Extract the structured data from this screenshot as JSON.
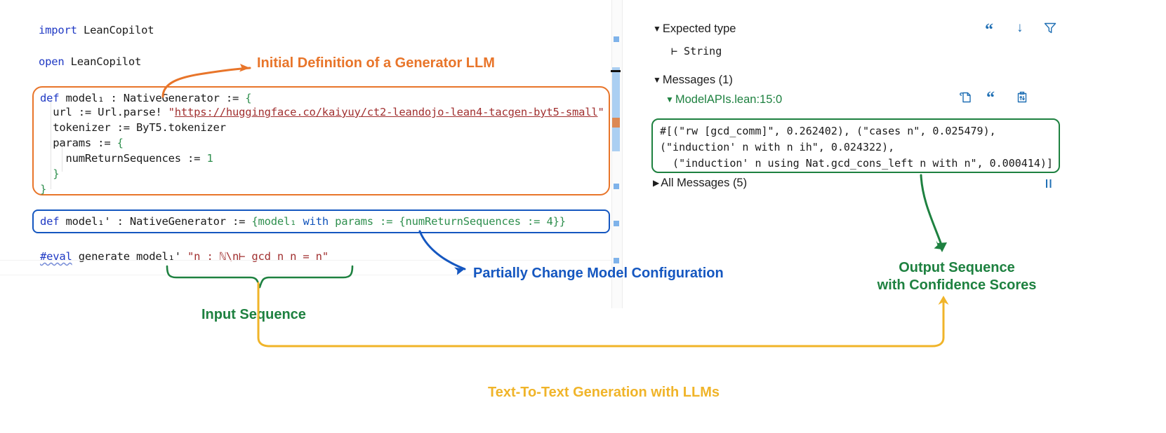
{
  "editor": {
    "name": "lean-editor-pane",
    "code_lines": [
      {
        "id": "l1",
        "text": "import LeanCopilot"
      },
      {
        "id": "l2",
        "text": "open LeanCopilot"
      },
      {
        "id": "l3",
        "text": "def model₁ : NativeGenerator := {"
      },
      {
        "id": "l4",
        "text": "  url := Url.parse! \"https://huggingface.co/kaiyuy/ct2-leandojo-lean4-tacgen-byt5-small\""
      },
      {
        "id": "l5",
        "text": "  tokenizer := ByT5.tokenizer"
      },
      {
        "id": "l6",
        "text": "  params := {"
      },
      {
        "id": "l7",
        "text": "    numReturnSequences := 1"
      },
      {
        "id": "l8",
        "text": "  }"
      },
      {
        "id": "l9",
        "text": "}"
      },
      {
        "id": "l10",
        "text": "def model₁' : NativeGenerator := {model₁ with params := {numReturnSequences := 4}}"
      },
      {
        "id": "l11",
        "text": "#eval generate model₁' \"n : ℕ\\n⊢ gcd n n = n\""
      }
    ],
    "tokens": {
      "import": "import",
      "open": "open",
      "def": "def",
      "with": "with",
      "eval": "#eval",
      "module": "LeanCopilot",
      "model1_decl": "model₁ : NativeGenerator := ",
      "model1p_decl": "model₁' : NativeGenerator := ",
      "url_prefix": "  url := Url.parse! ",
      "url_value": "https://huggingface.co/kaiyuy/ct2-leandojo-lean4-tacgen-byt5-small",
      "tokenizer_line": "  tokenizer := ByT5.tokenizer",
      "params_line": "  params := ",
      "numreturn_1": "    numReturnSequences := ",
      "numreturn_1_value": "1",
      "close_inner": "  }",
      "close_outer": "}",
      "open_brace": "{",
      "spread_prefix": "{model₁ ",
      "spread_suffix": " params := {numReturnSequences := ",
      "spread_value": "4",
      "spread_end": "}}",
      "eval_call": " generate model₁' ",
      "eval_string": "\"n : ℕ\\n⊢ gcd n n = n\""
    }
  },
  "infoview": {
    "expected_type": {
      "label": "Expected type",
      "goal": "⊢ String",
      "expanded": true
    },
    "messages": {
      "label": "Messages (1)",
      "expanded": true,
      "entry": {
        "location": "ModelAPIs.lean:15:0",
        "expanded": true,
        "output_lines": [
          "#[(\"rw [gcd_comm]\", 0.262402), (\"cases n\", 0.025479),",
          "(\"induction' n with n ih\", 0.024322),",
          "  (\"induction' n using Nat.gcd_cons_left n with n\", 0.000414)]"
        ]
      }
    },
    "all_messages": {
      "label": "All Messages (5)",
      "expanded": false
    },
    "toolbar_top": [
      {
        "icon": "quote-icon",
        "title": "quote"
      },
      {
        "icon": "arrow-down-icon",
        "title": "pin-down"
      },
      {
        "icon": "filter-icon",
        "title": "filter"
      }
    ],
    "toolbar_message": [
      {
        "icon": "copy-page-icon",
        "title": "copy-to-comment"
      },
      {
        "icon": "quote-icon",
        "title": "quote"
      },
      {
        "icon": "clipboard-sync-icon",
        "title": "clipboard"
      }
    ],
    "pause_icon": "pause-icon"
  },
  "annotations": {
    "orange": {
      "text": "Initial Definition of a Generator LLM",
      "color": "#e8752a"
    },
    "blue": {
      "text": "Partially Change Model Configuration",
      "color": "#1557c0"
    },
    "green_input": {
      "text": "Input Sequence",
      "color": "#1e8140"
    },
    "green_output_line1": {
      "text": "Output Sequence",
      "color": "#1e8140"
    },
    "green_output_line2": {
      "text": "with Confidence Scores",
      "color": "#1e8140"
    },
    "yellow": {
      "text": "Text-To-Text Generation with LLMs",
      "color": "#f0b429"
    }
  }
}
